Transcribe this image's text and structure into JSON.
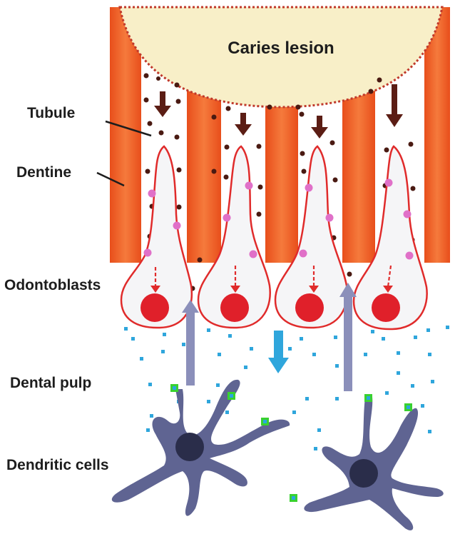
{
  "labels": {
    "caries": "Caries lesion",
    "tubule": "Tubule",
    "dentine": "Dentine",
    "odontoblasts": "Odontoblasts",
    "pulp": "Dental pulp",
    "dendritic": "Dendritic cells"
  },
  "colors": {
    "dentine": "#f26a2d",
    "dentine_shade": "#e24f1c",
    "lesion": "#f8efc8",
    "lesion_border": "#c0392b",
    "cell_outline": "#e02b2b",
    "nucleus": "#e0202a",
    "bacteria": "#4a1a12",
    "bacteria_arrow": "#5b1d14",
    "receptor": "#e070c8",
    "signal_arrow": "#8b8fba",
    "pulp_dot": "#2fa6dc",
    "pulp_arrow": "#2fa6dc",
    "dendritic_cell": "#5f6492",
    "dendritic_nucleus": "#2a2d4a",
    "antigen_outer": "#39d12f",
    "antigen_inner": "#2aa6e0"
  }
}
